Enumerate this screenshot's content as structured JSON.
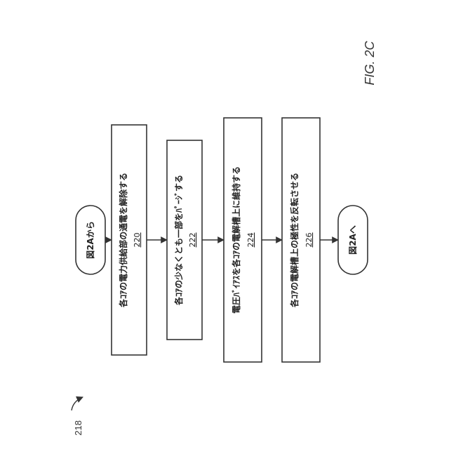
{
  "figure_label": "FIG. 2C",
  "diagram_ref": "218",
  "start_terminal": "図2Aから",
  "end_terminal": "図2Aへ",
  "steps": [
    {
      "text": "各ｺｱの電力供給部の通電を解除する",
      "ref": "220"
    },
    {
      "text": "各ｺｱの少なくとも一部をﾊﾟｰｼﾞする",
      "ref": "222"
    },
    {
      "text": "電圧ﾊﾞｲｱｽを各ｺｱの電解槽上に維持する",
      "ref": "224"
    },
    {
      "text": "各ｺｱの電解槽上の極性を反転させる",
      "ref": "226"
    }
  ]
}
